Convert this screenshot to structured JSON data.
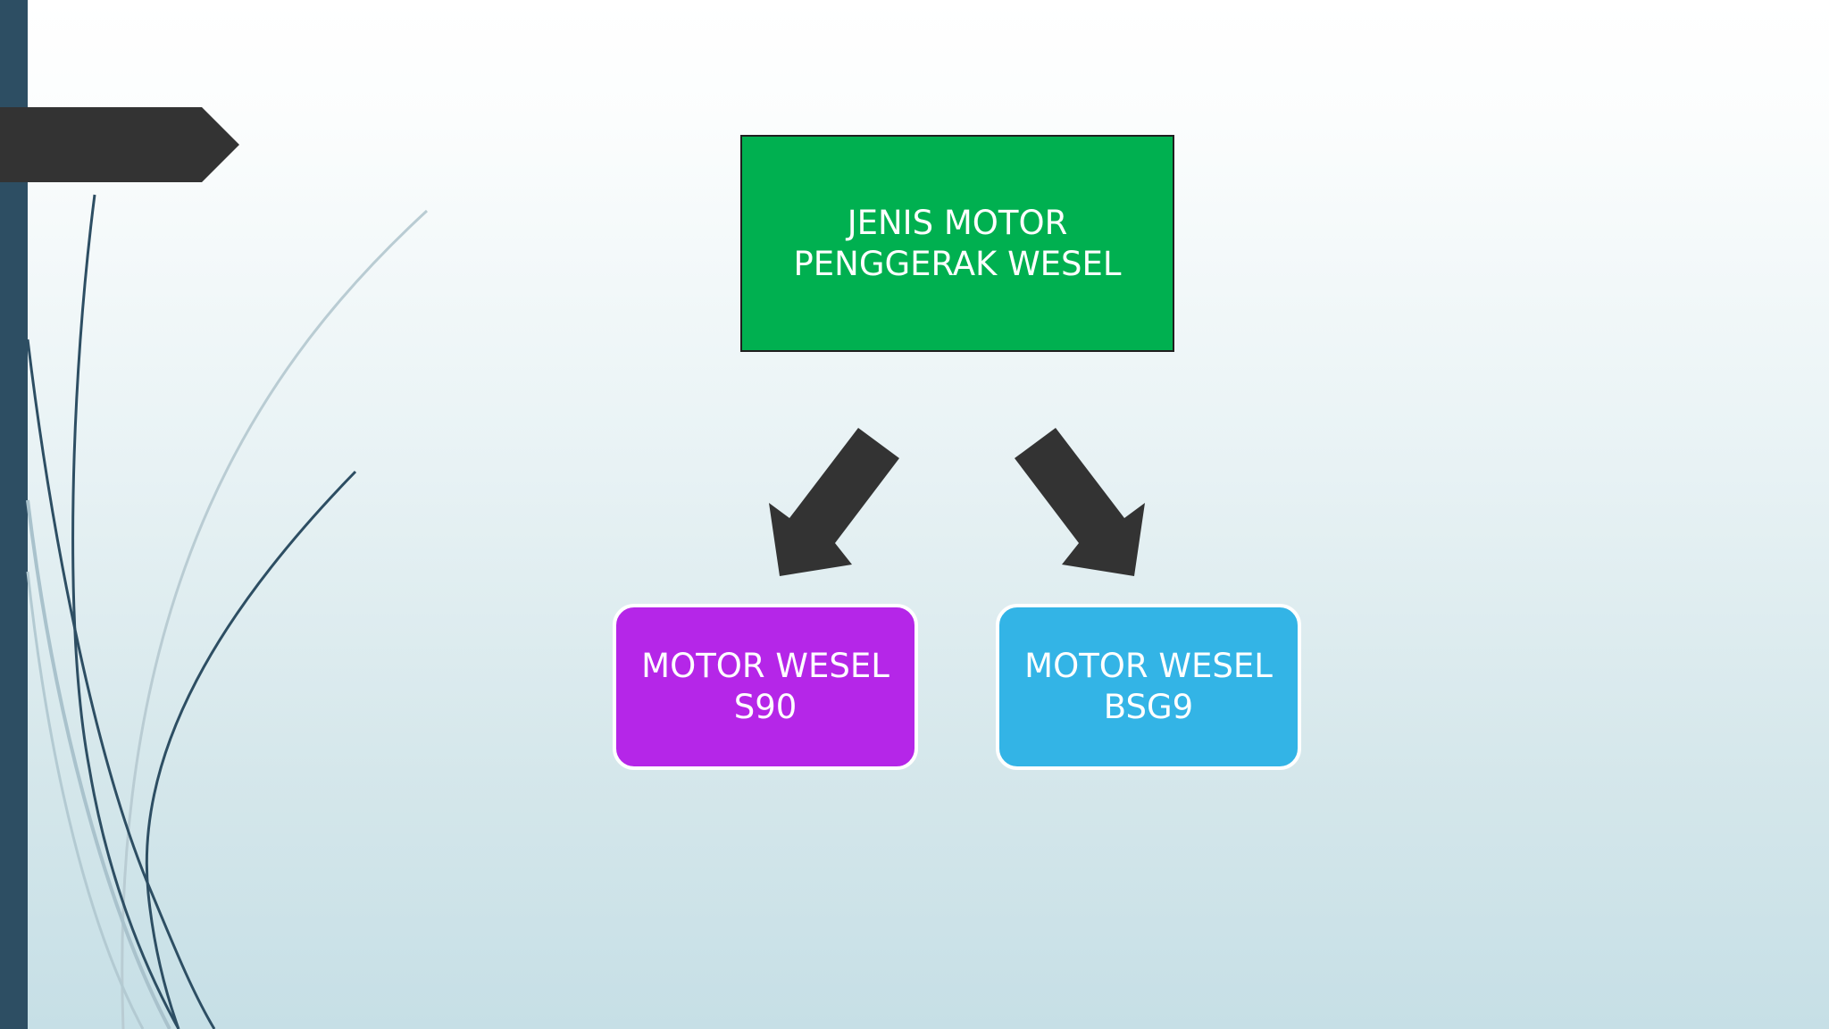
{
  "diagram": {
    "root": {
      "label": "JENIS MOTOR\nPENGGERAK WESEL",
      "color": "#00b050"
    },
    "children": [
      {
        "label": "MOTOR WESEL\nS90",
        "color": "#b526e8"
      },
      {
        "label": "MOTOR WESEL\nBSG9",
        "color": "#33b4e6"
      }
    ],
    "arrow_color": "#333333"
  },
  "theme": {
    "side_bar_color": "#2d4e63",
    "tab_color": "#333333"
  }
}
